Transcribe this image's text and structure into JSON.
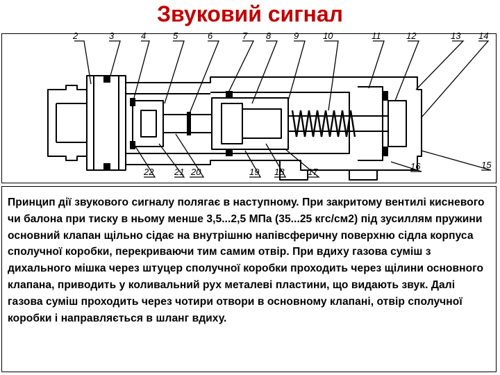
{
  "title": "Звуковий сигнал",
  "callouts": [
    "2",
    "3",
    "4",
    "5",
    "6",
    "7",
    "8",
    "9",
    "10",
    "11",
    "12",
    "13",
    "14",
    "15",
    "16",
    "17",
    "18",
    "19",
    "20",
    "21",
    "22"
  ],
  "body_text": "Принцип дії звукового сигналу полягає в наступному. При закритому вентилі кисневого чи балона при тиску в ньому менше 3,5...2,5 МПа (35...25 кгс/см2) під зусиллям пружини основний клапан щільно сідає на внутрішню напівсферичну поверхню сідла корпуса сполучної коробки, перекриваючи тим самим отвір. При вдиху газова суміш з дихального мішка через штуцер сполучної коробки проходить через щілини основного клапана, приводить у коливальний рух металеві пластини, що видають звук. Далі газова суміш проходить через чотири отвори в основному клапані, отвір сполучної коробки і направляється в шланг вдиху.",
  "colors": {
    "title": "#c00000",
    "ink": "#000000",
    "background": "#ffffff"
  }
}
